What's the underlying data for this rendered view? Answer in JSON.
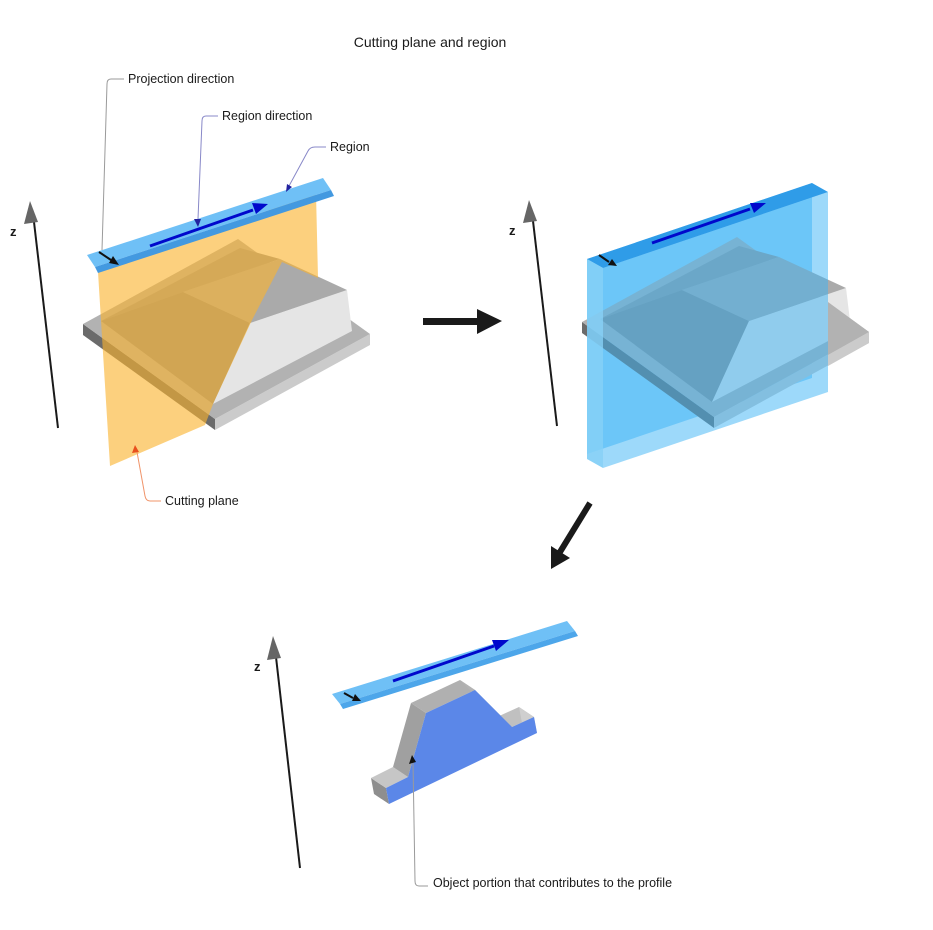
{
  "title": "Cutting plane and region",
  "colors": {
    "region_fill": "#6fc0f6",
    "region_edge": "#4399e0",
    "cutting_plane_fill": "#fcd07e",
    "direction_arrow": "#0008cc",
    "projection_arrow": "#111111",
    "region_label_text": "#2222a0",
    "cutting_plane_label_text": "#e8501e",
    "section_face": "#5b87e8",
    "slab_fill": "#3cb4f5",
    "slab_top": "#2f9ce8",
    "object_top": "#aaaaaa",
    "object_front_left": "#8f8f8f",
    "object_front_right": "#e5e5e5",
    "plate_top": "#b2b2b2",
    "axis_color": "#1a1a1a"
  },
  "scene_top_left": {
    "labels": {
      "projection_direction": "Projection direction",
      "region_direction": "Region direction",
      "region": "Region",
      "cutting_plane": "Cutting plane",
      "z_axis": "z"
    }
  },
  "scene_top_right": {
    "labels": {
      "z_axis": "z"
    }
  },
  "scene_bottom": {
    "labels": {
      "z_axis": "z",
      "object_portion": "Object portion that contributes to the profile"
    }
  }
}
